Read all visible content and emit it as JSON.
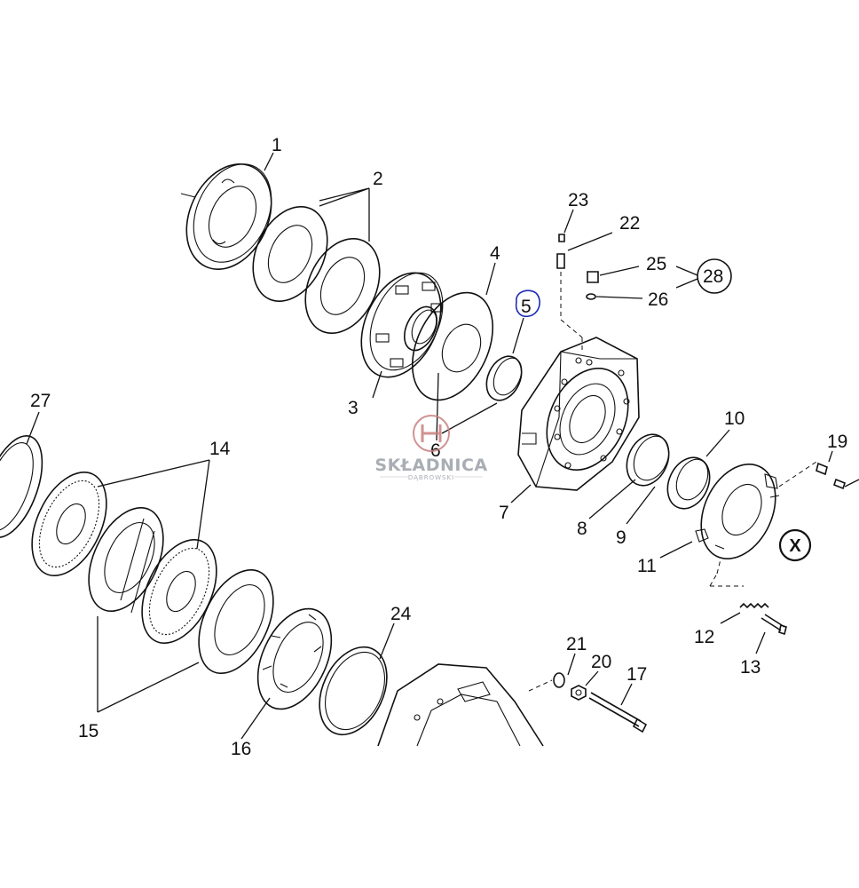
{
  "diagram": {
    "part_labels": [
      "1",
      "2",
      "3",
      "4",
      "5",
      "6",
      "7",
      "8",
      "9",
      "10",
      "11",
      "12",
      "13",
      "14",
      "15",
      "16",
      "17",
      "19",
      "20",
      "21",
      "22",
      "23",
      "24",
      "25",
      "26",
      "27",
      "28"
    ],
    "highlighted_label": "5",
    "highlight_color": "#1a2bb8",
    "section_marker": "X",
    "watermark": {
      "brand": "SKŁADNICA",
      "sub": "DĄBROWSKI",
      "logo_color": "#c9807f"
    }
  }
}
